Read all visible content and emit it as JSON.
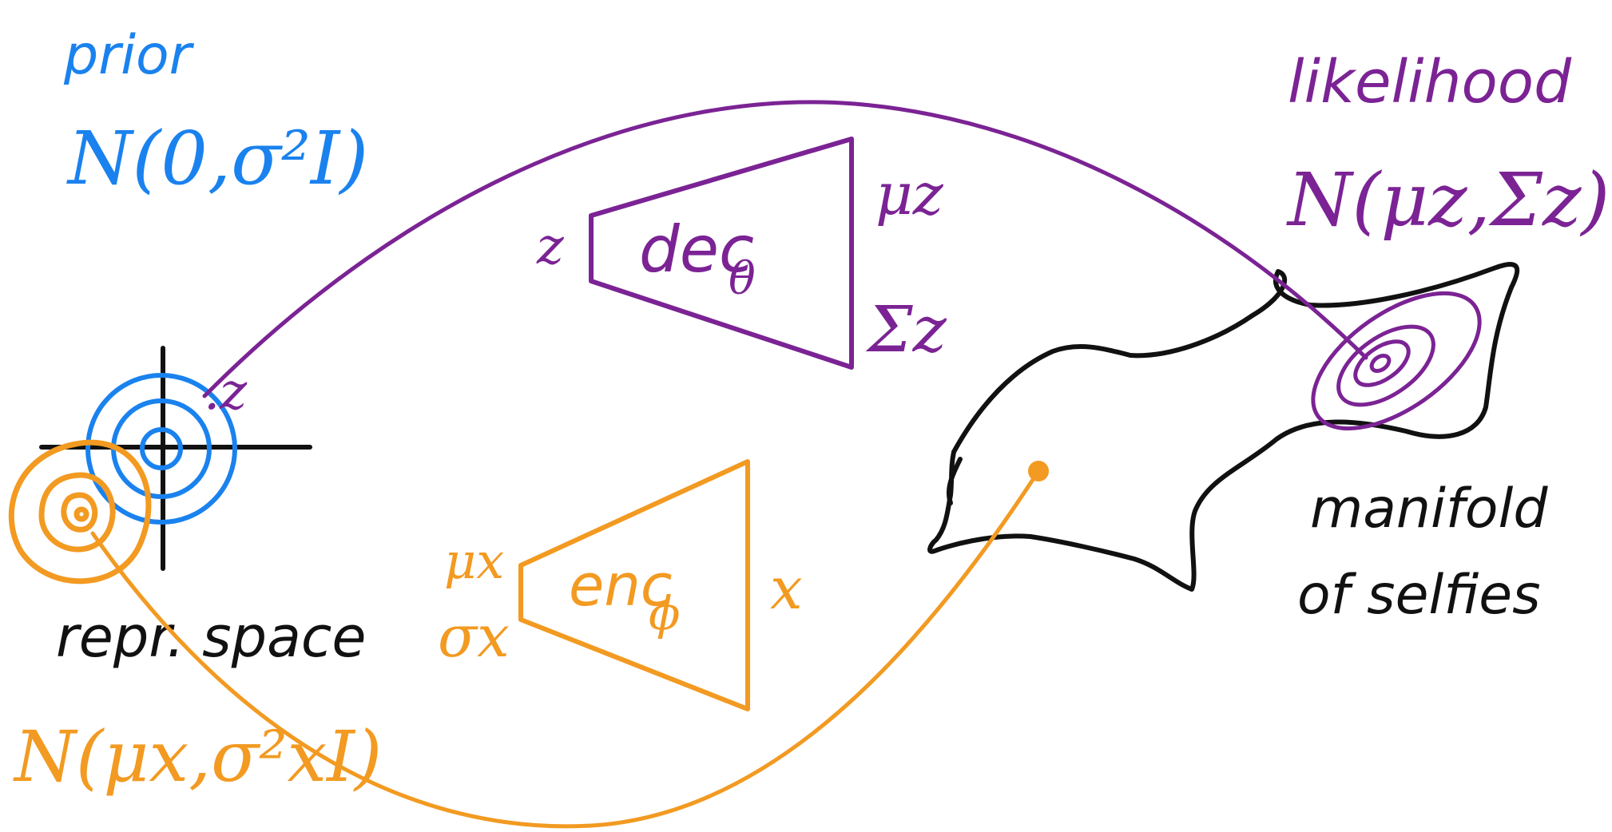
{
  "colors": {
    "prior": "#1a82ee",
    "likelihood": "#7b2394",
    "encoder": "#f29a21",
    "ink": "#111111"
  },
  "prior": {
    "label": "prior",
    "formula": "N(0,σ²I)"
  },
  "likelihood": {
    "label": "likelihood",
    "formula": "N(μz,Σz)"
  },
  "decoder": {
    "name": "dec",
    "subscript": "θ",
    "input": "z",
    "output_mu": "μz",
    "output_sigma": "Σz"
  },
  "encoder": {
    "name": "enc",
    "subscript": "ϕ",
    "input": "x",
    "output_mu": "μx",
    "output_sigma": "σx"
  },
  "repr_space": {
    "label": "repr. space",
    "posterior": "N(μx,σ²xI)",
    "z_point": ".z"
  },
  "manifold": {
    "line1": "manifold",
    "line2": "of selfies"
  }
}
